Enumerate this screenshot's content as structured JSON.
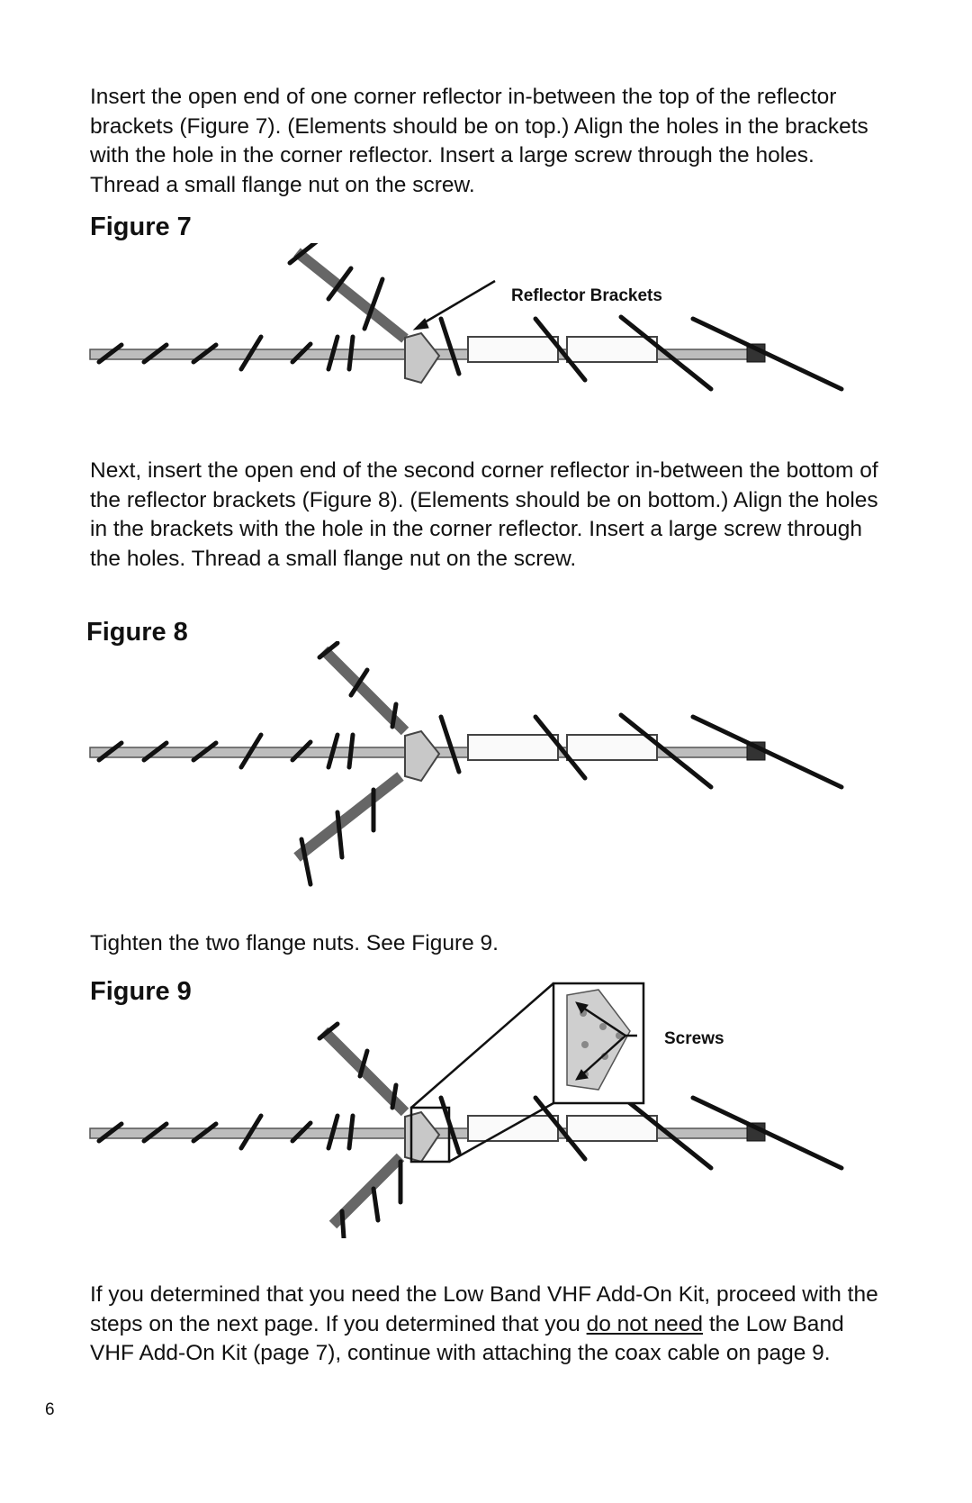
{
  "paragraphs": {
    "p1": "Insert the open end of one corner reflector in-between the top of the reflector brackets (Figure 7). (Elements should be on top.) Align the holes in the brackets with the hole in the corner reflector. Insert a large screw through the holes. Thread a small flange nut on the screw.",
    "p2": "Next, insert the open end of the second corner reflector in-between the bottom of the reflector brackets (Figure 8). (Elements should be on bottom.) Align the holes in the brackets with the hole in the corner reflector. Insert a large screw through the holes. Thread a small flange nut on the screw.",
    "p3": "Tighten the two flange nuts. See Figure 9.",
    "p4_part1": "If you determined that you need the Low Band VHF Add-On Kit, proceed with the steps on the next page. If you determined that you ",
    "p4_underlined": "do not need",
    "p4_part2": " the Low Band VHF Add-On Kit (page 7), continue with attaching the coax cable on page 9."
  },
  "figures": {
    "fig7": {
      "title": "Figure 7",
      "callout": "Reflector Brackets"
    },
    "fig8": {
      "title": "Figure 8"
    },
    "fig9": {
      "title": "Figure 9",
      "callout": "Screws"
    }
  },
  "page_number": "6"
}
